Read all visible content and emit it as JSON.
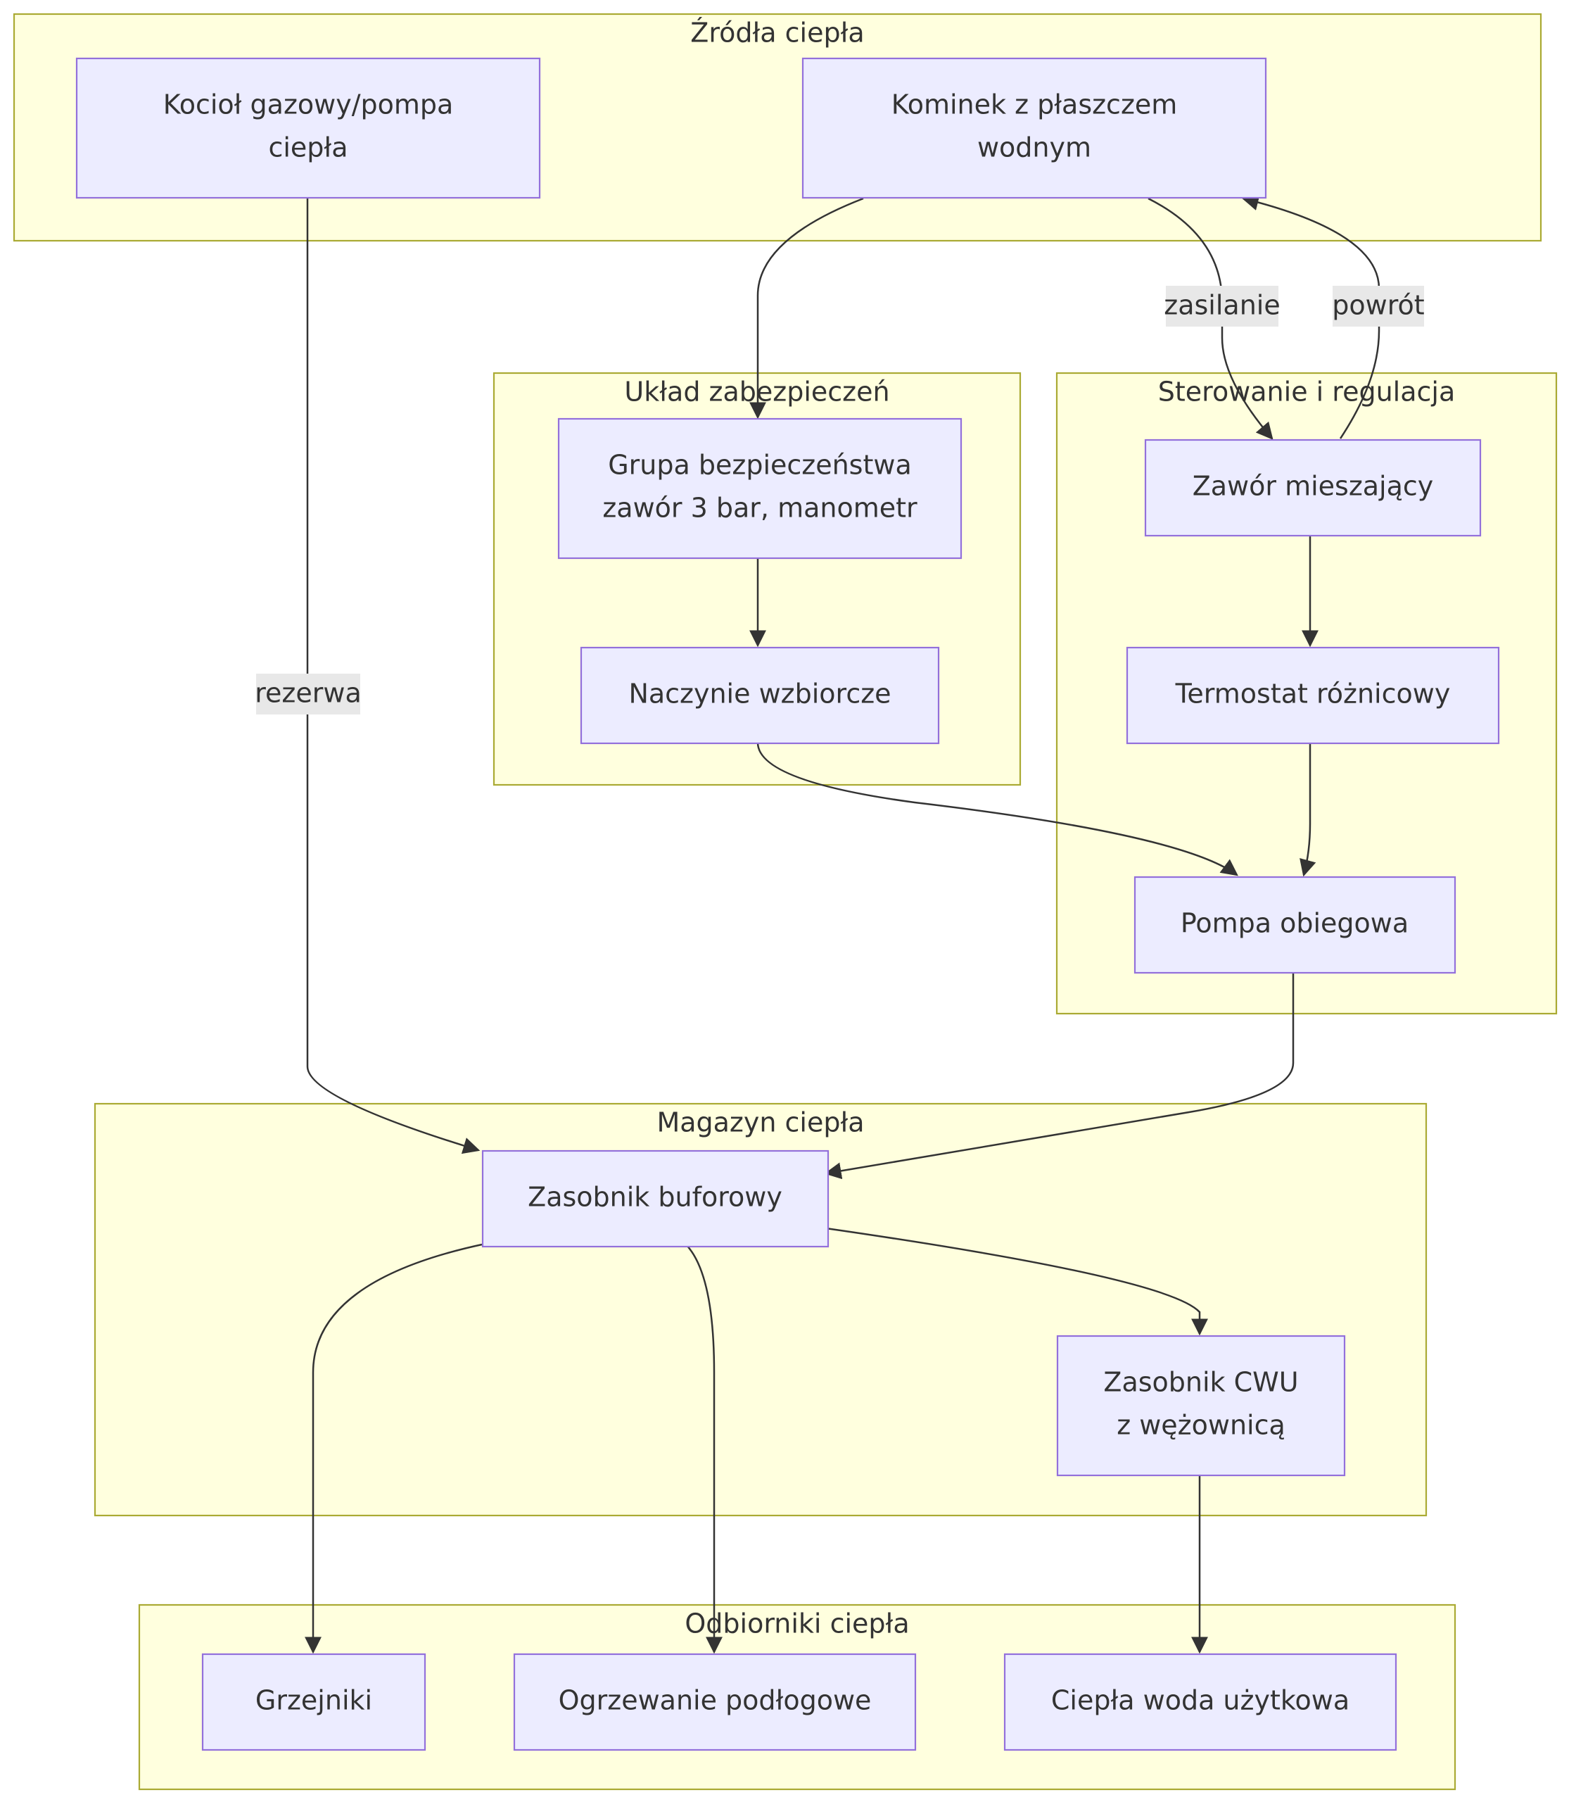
{
  "clusters": {
    "sources": "Źródła ciepła",
    "safety": "Układ zabezpieczeń",
    "control": "Sterowanie i regulacja",
    "storage": "Magazyn ciepła",
    "receivers": "Odbiorniki ciepła"
  },
  "nodes": {
    "boiler": {
      "line1": "Kocioł gazowy/pompa",
      "line2": "ciepła"
    },
    "fireplace": {
      "line1": "Kominek z płaszczem",
      "line2": "wodnym"
    },
    "safety_group": {
      "line1": "Grupa bezpieczeństwa",
      "line2": "zawór 3 bar, manometr"
    },
    "expansion": "Naczynie wzbiorcze",
    "mixing_valve": "Zawór mieszający",
    "thermostat": "Termostat różnicowy",
    "pump": "Pompa obiegowa",
    "buffer": "Zasobnik buforowy",
    "dhw_tank": {
      "line1": "Zasobnik CWU",
      "line2": "z wężownicą"
    },
    "radiators": "Grzejniki",
    "floor_heating": "Ogrzewanie podłogowe",
    "hot_water": "Ciepła woda użytkowa"
  },
  "edge_labels": {
    "reserve": "rezerwa",
    "supply": "zasilanie",
    "return": "powrót"
  },
  "colors": {
    "cluster_fill": "#ffffde",
    "cluster_stroke": "#aaaa33",
    "node_fill": "#ececff",
    "node_stroke": "#9370db",
    "edge": "#333333",
    "label_bg": "#e8e8e8"
  }
}
